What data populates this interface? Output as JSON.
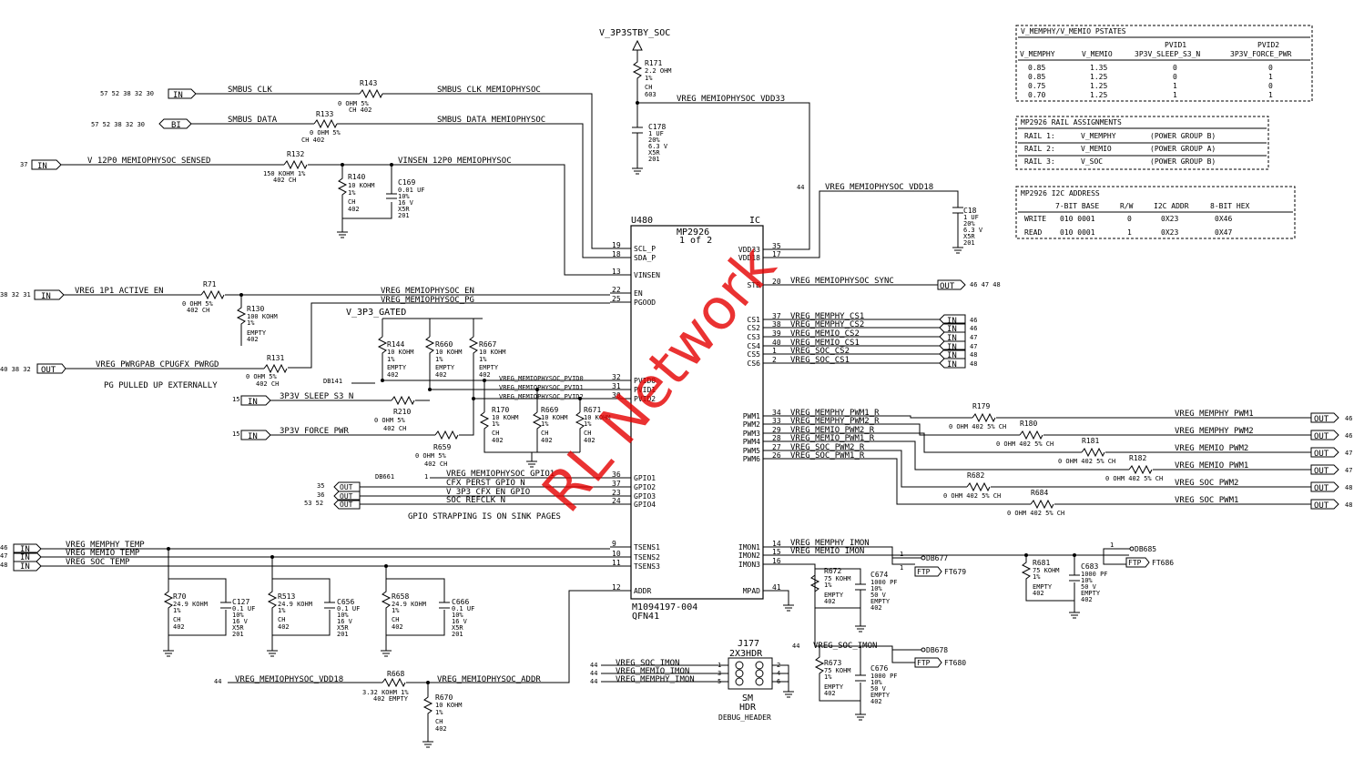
{
  "watermark": "RL Network",
  "ic": {
    "ref": "U480",
    "type": "IC",
    "part": "MP2926",
    "unit": "1 of 2",
    "pn": "M1094197-004",
    "pkg": "QFN41",
    "left_pins": [
      {
        "num": "19",
        "name": "SCL_P"
      },
      {
        "num": "18",
        "name": "SDA_P"
      },
      {
        "num": "13",
        "name": "VINSEN"
      },
      {
        "num": "22",
        "name": "EN"
      },
      {
        "num": "25",
        "name": "PGOOD"
      },
      {
        "num": "32",
        "name": "PVID0"
      },
      {
        "num": "31",
        "name": "PVID1"
      },
      {
        "num": "30",
        "name": "PVID2"
      },
      {
        "num": "36",
        "name": "GPIO1"
      },
      {
        "num": "37",
        "name": "GPIO2"
      },
      {
        "num": "23",
        "name": "GPIO3"
      },
      {
        "num": "24",
        "name": "GPIO4"
      },
      {
        "num": "9",
        "name": "TSENS1"
      },
      {
        "num": "10",
        "name": "TSENS2"
      },
      {
        "num": "11",
        "name": "TSENS3"
      },
      {
        "num": "12",
        "name": "ADDR"
      }
    ],
    "right_pins": [
      {
        "num": "35",
        "name": "VDD33"
      },
      {
        "num": "17",
        "name": "VDD18"
      },
      {
        "num": "20",
        "name": "STB"
      },
      {
        "num": "37",
        "name": "CS1"
      },
      {
        "num": "38",
        "name": "CS2"
      },
      {
        "num": "39",
        "name": "CS3"
      },
      {
        "num": "40",
        "name": "CS4"
      },
      {
        "num": "1",
        "name": "CS5"
      },
      {
        "num": "2",
        "name": "CS6"
      },
      {
        "num": "34",
        "name": "PWM1"
      },
      {
        "num": "33",
        "name": "PWM2"
      },
      {
        "num": "29",
        "name": "PWM3"
      },
      {
        "num": "28",
        "name": "PWM4"
      },
      {
        "num": "27",
        "name": "PWM5"
      },
      {
        "num": "26",
        "name": "PWM6"
      },
      {
        "num": "14",
        "name": "IMON1"
      },
      {
        "num": "15",
        "name": "IMON2"
      },
      {
        "num": "16",
        "name": "IMON3"
      },
      {
        "num": "41",
        "name": "MPAD"
      }
    ]
  },
  "nets": {
    "smbus_clk": "SMBUS_CLK",
    "smbus_clk_soc": "SMBUS_CLK_MEMIOPHYSOC",
    "smbus_data": "SMBUS_DATA",
    "smbus_data_soc": "SMBUS_DATA_MEMIOPHYSOC",
    "v12p0": "V_12P0_MEMIOPHYSOC_SENSED",
    "vinsen": "VINSEN_12P0_MEMIOPHYSOC",
    "active_en": "VREG_1P1_ACTIVE_EN",
    "vreg_en": "VREG_MEMIOPHYSOC_EN",
    "vreg_pg": "VREG_MEMIOPHYSOC_PG",
    "pwrgpab": "VREG_PWRGPAB_CPUGFX_PWRGD",
    "pg_note": "PG PULLED UP EXTERNALLY",
    "v3p3_gated": "V_3P3_GATED",
    "sleep": "3P3V_SLEEP_S3_N",
    "force": "3P3V_FORCE_PWR",
    "pvid0": "VREG_MEMIOPHYSOC_PVID0",
    "pvid1": "VREG_MEMIOPHYSOC_PVID1",
    "pvid2": "VREG_MEMIOPHYSOC_PVID2",
    "gpio1": "VREG_MEMIOPHYSOC_GPIO1",
    "cfx_perst": "CFX_PERST_GPIO_N",
    "cfx_en": "V_3P3_CFX_EN_GPIO",
    "soc_refclk": "SOC_REFCLK_N",
    "gpio_note": "GPIO STRAPPING IS ON SINK PAGES",
    "memphy_temp": "VREG_MEMPHY_TEMP",
    "memio_temp": "VREG_MEMIO_TEMP",
    "soc_temp": "VREG_SOC_TEMP",
    "vdd18_addr": "VREG_MEMIOPHYSOC_VDD18",
    "addr": "VREG_MEMIOPHYSOC_ADDR",
    "v3p3stby": "V_3P3STBY_SOC",
    "vdd33": "VREG_MEMIOPHYSOC_VDD33",
    "vdd18": "VREG_MEMIOPHYSOC_VDD18",
    "sync": "VREG_MEMIOPHYSOC_SYNC",
    "cs1": "VREG_MEMPHY_CS1",
    "cs2": "VREG_MEMPHY_CS2",
    "cs3": "VREG_MEMIO_CS2",
    "cs4": "VREG_MEMIO_CS1",
    "cs5": "VREG_SOC_CS2",
    "cs6": "VREG_SOC_CS1",
    "pwm1r": "VREG_MEMPHY_PWM1_R",
    "pwm2r": "VREG_MEMPHY_PWM2_R",
    "pwm3r": "VREG_MEMIO_PWM2_R",
    "pwm4r": "VREG_MEMIO_PWM1_R",
    "pwm5r": "VREG_SOC_PWM2_R",
    "pwm6r": "VREG_SOC_PWM1_R",
    "pwm1": "VREG_MEMPHY_PWM1",
    "pwm2": "VREG_MEMPHY_PWM2",
    "pwm3": "VREG_MEMIO_PWM2",
    "pwm4": "VREG_MEMIO_PWM1",
    "pwm5": "VREG_SOC_PWM2",
    "pwm6": "VREG_SOC_PWM1",
    "memphy_imon": "VREG_MEMPHY_IMON",
    "memio_imon": "VREG_MEMIO_IMON",
    "soc_imon": "VREG_SOC_IMON"
  },
  "tables": {
    "pstates": {
      "title": "V_MEMPHY/V_MEMIO PSTATES",
      "head1": [
        "PVID1",
        "PVID2"
      ],
      "head2": [
        "V_MEMPHY",
        "V_MEMIO",
        "3P3V_SLEEP_S3_N",
        "3P3V_FORCE_PWR"
      ],
      "rows": [
        [
          "0.85",
          "1.35",
          "0",
          "0"
        ],
        [
          "0.85",
          "1.25",
          "0",
          "1"
        ],
        [
          "0.75",
          "1.25",
          "1",
          "0"
        ],
        [
          "0.70",
          "1.25",
          "1",
          "1"
        ]
      ]
    },
    "rails": {
      "title": "MP2926 RAIL ASSIGNMENTS",
      "rows": [
        [
          "RAIL 1:",
          "V_MEMPHY",
          "(POWER GROUP B)"
        ],
        [
          "RAIL 2:",
          "V_MEMIO",
          "(POWER GROUP A)"
        ],
        [
          "RAIL 3:",
          "V_SOC",
          "(POWER GROUP B)"
        ]
      ]
    },
    "i2c": {
      "title": "MP2926 I2C ADDRESS",
      "head": [
        "7-BIT BASE",
        "R/W",
        "I2C ADDR",
        "8-BIT HEX"
      ],
      "rows": [
        [
          "WRITE",
          "010 0001",
          "0",
          "0X23",
          "0X46"
        ],
        [
          "READ",
          "010 0001",
          "1",
          "0X23",
          "0X47"
        ]
      ]
    }
  },
  "header": {
    "ref": "J177",
    "type": "2X3HDR",
    "sm": "SM",
    "hdr": "HDR",
    "desc": "DEBUG_HEADER",
    "nets": [
      "VREG_SOC_IMON",
      "VREG_MEMIO_IMON",
      "VREG_MEMPHY_IMON"
    ]
  }
}
